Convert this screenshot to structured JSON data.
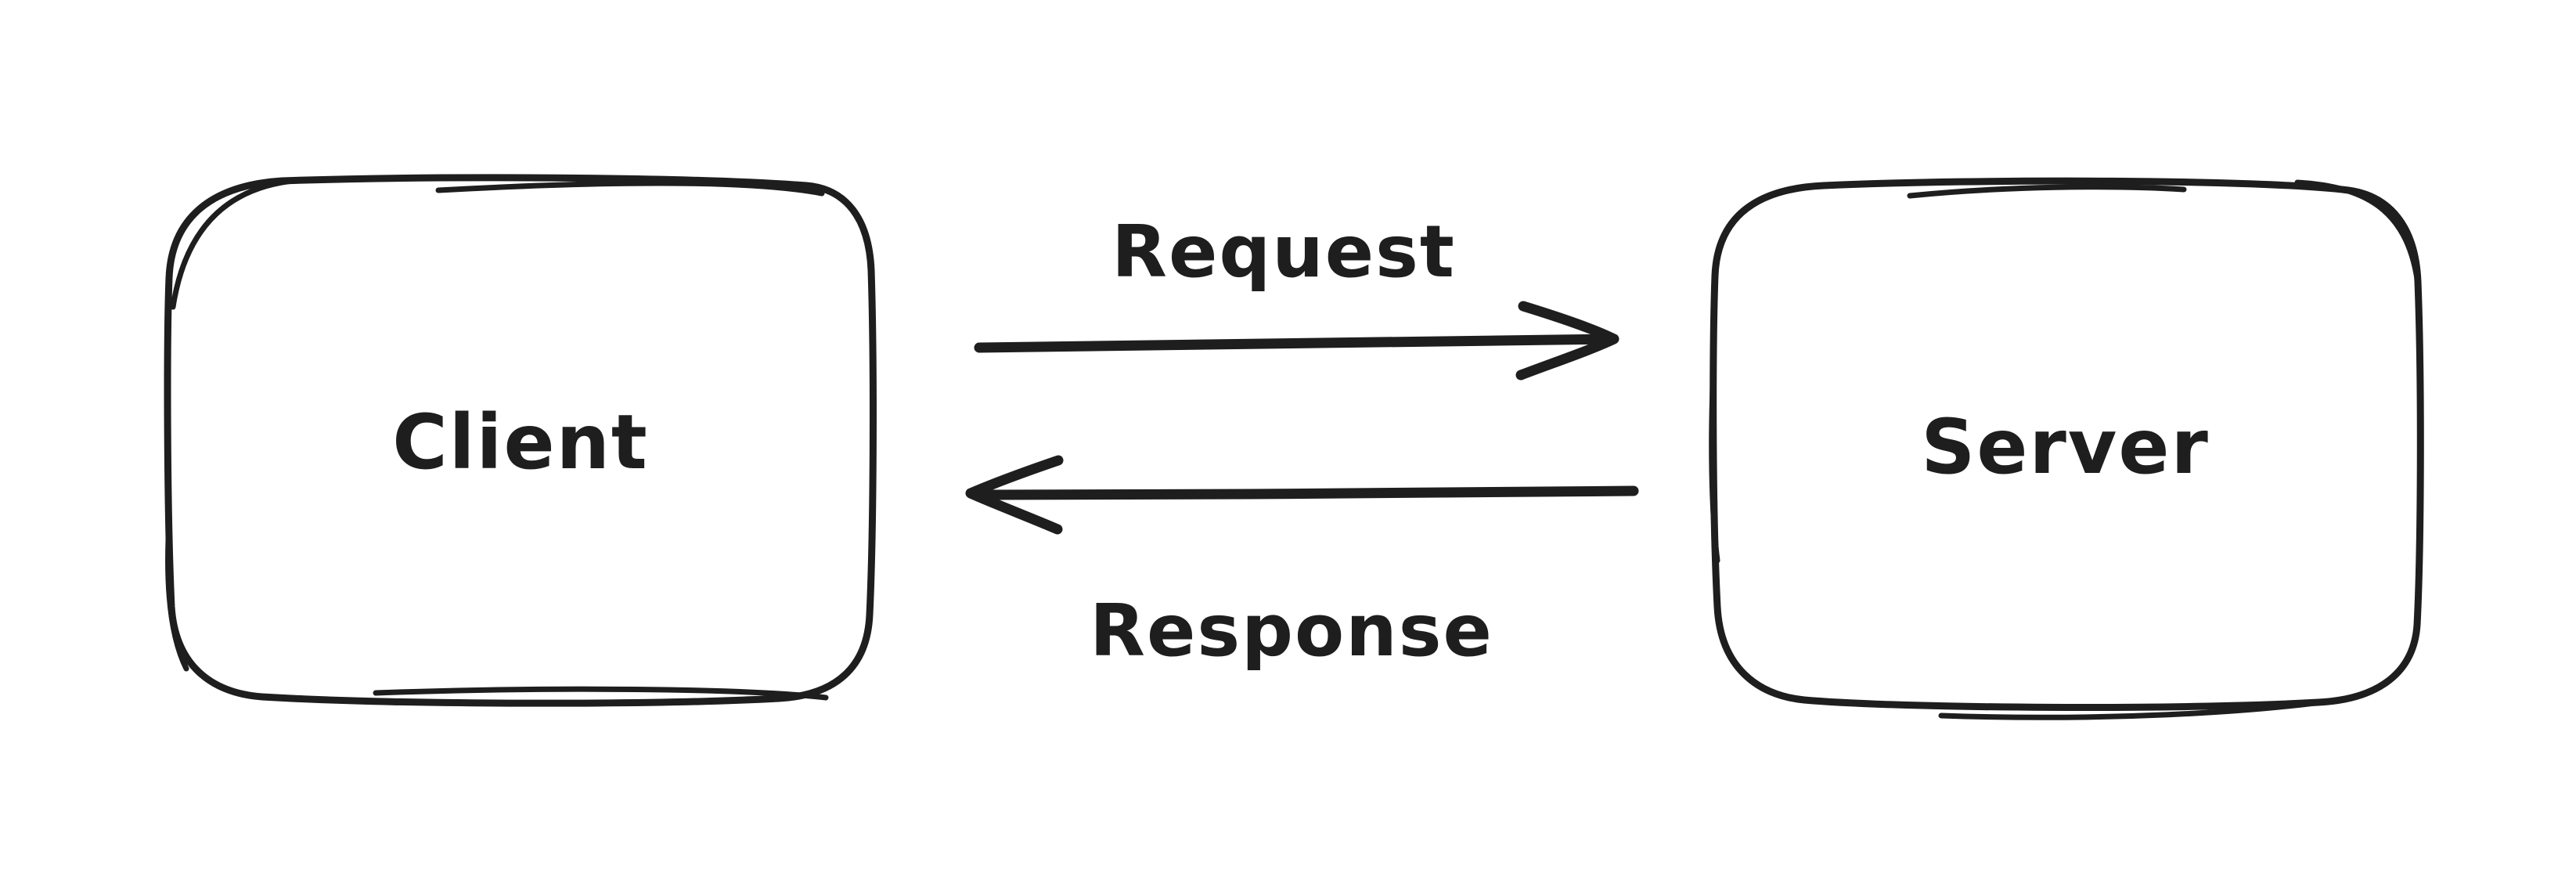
{
  "diagram": {
    "type": "flow",
    "background_color": "#ffffff",
    "stroke_color": "#1e1e1e",
    "style": "hand-drawn sketch",
    "nodes": [
      {
        "id": "client",
        "label": "Client",
        "shape": "rounded-rectangle"
      },
      {
        "id": "server",
        "label": "Server",
        "shape": "rounded-rectangle"
      }
    ],
    "edges": [
      {
        "id": "request",
        "label": "Request",
        "from": "Client",
        "to": "Server",
        "arrow_direction": "right"
      },
      {
        "id": "response",
        "label": "Response",
        "from": "Server",
        "to": "Client",
        "arrow_direction": "left"
      }
    ]
  }
}
